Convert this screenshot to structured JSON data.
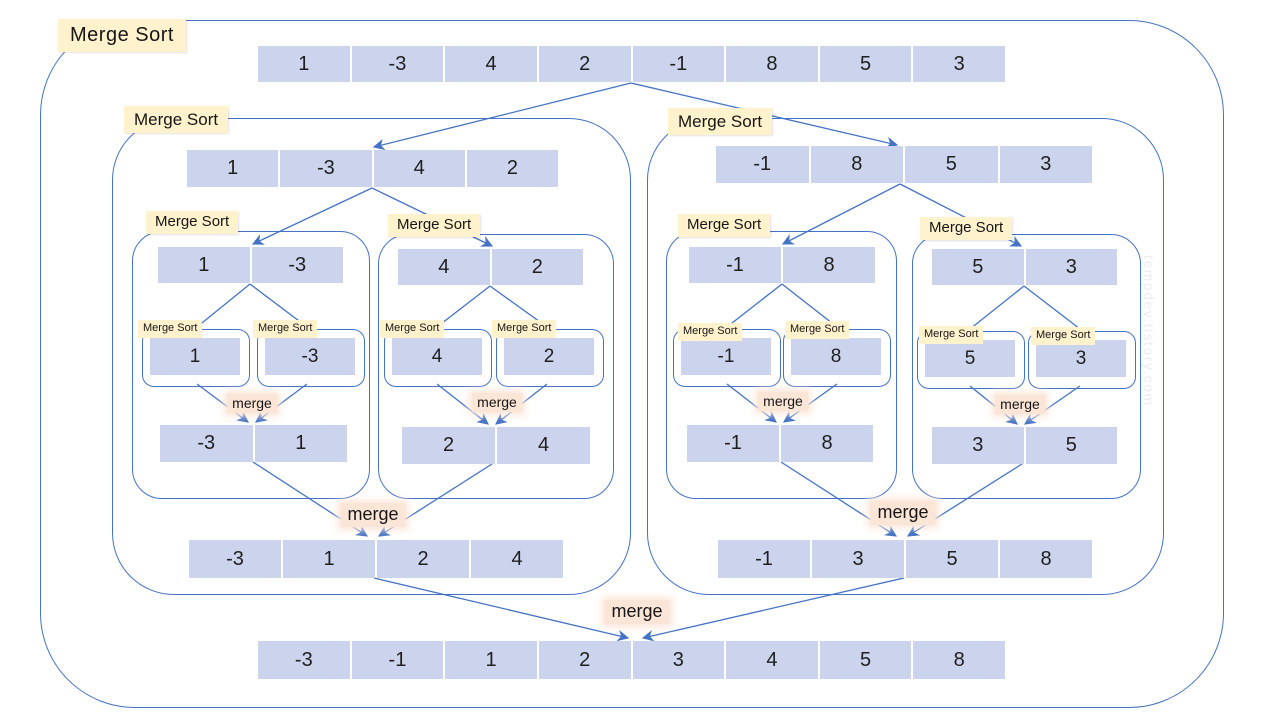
{
  "title": "Merge Sort",
  "watermark": "tempdev.tistory.com",
  "labels": {
    "merge_sort": "Merge Sort",
    "merge": "merge"
  },
  "colors": {
    "line_blue": "#4472c4",
    "cell_fill": "#ccd3ec",
    "label_yellow_bg": "#fff2cc",
    "merge_pink_bg": "#fbe5d6",
    "text_dark": "#1f1f1f",
    "watermark_gray": "#ececec",
    "background": "#ffffff"
  },
  "arrays": {
    "root": [
      1,
      -3,
      4,
      2,
      -1,
      8,
      5,
      3
    ],
    "left_half": [
      1,
      -3,
      4,
      2
    ],
    "right_half": [
      -1,
      8,
      5,
      3
    ],
    "left_left": [
      1,
      -3
    ],
    "left_right": [
      4,
      2
    ],
    "right_left": [
      -1,
      8
    ],
    "right_right": [
      5,
      3
    ],
    "singles": {
      "s1": [
        1
      ],
      "s2": [
        -3
      ],
      "s3": [
        4
      ],
      "s4": [
        2
      ],
      "s5": [
        -1
      ],
      "s6": [
        8
      ],
      "s7": [
        5
      ],
      "s8": [
        3
      ]
    },
    "merged_pairs": {
      "ll": [
        -3,
        1
      ],
      "lr": [
        2,
        4
      ],
      "rl": [
        -1,
        8
      ],
      "rr": [
        3,
        5
      ]
    },
    "merged_left": [
      -3,
      1,
      2,
      4
    ],
    "merged_right": [
      -1,
      3,
      5,
      8
    ],
    "merged_root": [
      -3,
      -1,
      1,
      2,
      3,
      4,
      5,
      8
    ]
  }
}
